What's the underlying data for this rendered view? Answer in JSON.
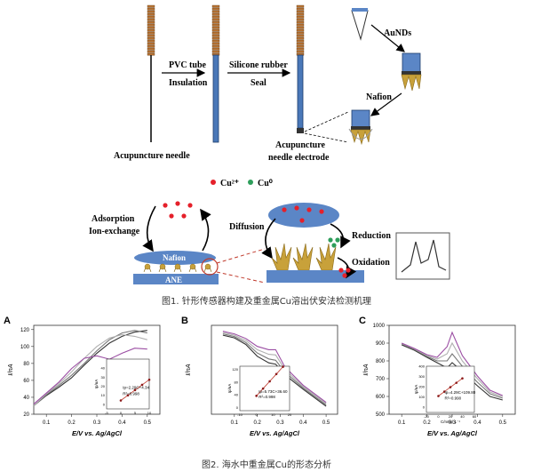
{
  "schematic": {
    "step1_line1": "PVC tube",
    "step1_line2": "Insulation",
    "step2_line1": "Silicone rubber",
    "step2_line2": "Seal",
    "needle_label": "Acupuncture needle",
    "electrode_label_line1": "Acupuncture",
    "electrode_label_line2": "needle electrode",
    "aunds_label": "AuNDs",
    "nafion_label": "Nafion",
    "legend_cu2": "Cu²⁺",
    "legend_cu0": "Cu⁰",
    "adsorption_label": "Adsorption",
    "ion_exchange_label": "Ion-exchange",
    "diffusion_label": "Diffusion",
    "reduction_label": "Reduction",
    "oxidation_label": "Oxidation",
    "nafion_layer_label": "Nafion",
    "ane_label": "ANE",
    "colors": {
      "needle": "#b87333",
      "tube": "#4a78b8",
      "ellipse": "#5b86c6",
      "cu2": "#e5202a",
      "cu0": "#2e9e5b",
      "gold": "#c8a13a"
    }
  },
  "caption1": "图1. 针形传感器构建及重金属Cu溶出伏安法检测机理",
  "caption2": "图2. 海水中重金属Cu的形态分析",
  "chart_data": [
    {
      "panel_letter": "A",
      "type": "line",
      "xlabel": "E/V vs. Ag/AgCl",
      "ylabel": "I/nA",
      "xlim": [
        0.05,
        0.55
      ],
      "ylim": [
        20,
        125
      ],
      "xticks": [
        0.1,
        0.2,
        0.3,
        0.4,
        0.5
      ],
      "yticks": [
        20,
        40,
        60,
        80,
        100,
        120
      ],
      "series": [
        {
          "color": "#333333",
          "x": [
            0.05,
            0.1,
            0.15,
            0.2,
            0.25,
            0.3,
            0.35,
            0.4,
            0.45,
            0.5
          ],
          "y": [
            30,
            42,
            52,
            63,
            78,
            92,
            104,
            112,
            117,
            119
          ]
        },
        {
          "color": "#777777",
          "x": [
            0.05,
            0.1,
            0.15,
            0.2,
            0.25,
            0.3,
            0.35,
            0.4,
            0.45,
            0.5
          ],
          "y": [
            30,
            43,
            54,
            66,
            80,
            95,
            108,
            116,
            119,
            116
          ]
        },
        {
          "color": "#b0b0b0",
          "x": [
            0.05,
            0.1,
            0.15,
            0.2,
            0.25,
            0.3,
            0.35,
            0.4,
            0.45,
            0.5
          ],
          "y": [
            30,
            44,
            56,
            70,
            86,
            100,
            110,
            114,
            112,
            108
          ]
        },
        {
          "color": "#9b4ea3",
          "x": [
            0.05,
            0.1,
            0.15,
            0.2,
            0.25,
            0.3,
            0.35,
            0.4,
            0.45,
            0.5
          ],
          "y": [
            32,
            45,
            58,
            74,
            86,
            89,
            85,
            92,
            98,
            97
          ]
        }
      ],
      "inset": {
        "ylabel": "Ip/nA",
        "xlabel": "",
        "xlim": [
          -5,
          10
        ],
        "ylim": [
          -5,
          50
        ],
        "xticks": [
          -5,
          0,
          5,
          10
        ],
        "yticks": [
          0,
          10,
          20,
          30,
          40
        ],
        "points_x": [
          0,
          2.5,
          5,
          7.5,
          10
        ],
        "points_y": [
          4.3,
          10,
          15.8,
          21.6,
          27.2
        ],
        "equation": "Ip=2.29C+4.34",
        "r2": "R²=0.998"
      }
    },
    {
      "panel_letter": "B",
      "type": "line",
      "xlabel": "E/V vs. Ag/AgCl",
      "ylabel": "I/nA",
      "xlim": [
        0.0,
        0.55
      ],
      "ylim": [
        40,
        175
      ],
      "xticks": [
        0.1,
        0.2,
        0.3,
        0.4,
        0.5
      ],
      "yticks": [],
      "series": [
        {
          "color": "#333333",
          "x": [
            0.05,
            0.1,
            0.15,
            0.2,
            0.25,
            0.28,
            0.32,
            0.4,
            0.5
          ],
          "y": [
            160,
            156,
            146,
            128,
            118,
            116,
            100,
            78,
            52
          ]
        },
        {
          "color": "#777777",
          "x": [
            0.05,
            0.1,
            0.15,
            0.2,
            0.25,
            0.28,
            0.32,
            0.4,
            0.5
          ],
          "y": [
            162,
            158,
            149,
            133,
            124,
            122,
            104,
            80,
            54
          ]
        },
        {
          "color": "#b0b0b0",
          "x": [
            0.05,
            0.1,
            0.15,
            0.2,
            0.25,
            0.28,
            0.32,
            0.4,
            0.5
          ],
          "y": [
            164,
            160,
            152,
            138,
            131,
            130,
            108,
            82,
            56
          ]
        },
        {
          "color": "#9b4ea3",
          "x": [
            0.05,
            0.1,
            0.15,
            0.2,
            0.25,
            0.28,
            0.32,
            0.4,
            0.5
          ],
          "y": [
            166,
            162,
            155,
            143,
            138,
            138,
            112,
            84,
            58
          ]
        }
      ],
      "inset": {
        "ylabel": "Ip/nA",
        "xlabel": "",
        "xlim": [
          -10,
          20
        ],
        "ylim": [
          -10,
          130
        ],
        "xticks": [
          -10,
          0,
          10,
          20
        ],
        "yticks": [
          0,
          40,
          80,
          120
        ],
        "points_x": [
          0,
          4,
          8,
          12,
          16
        ],
        "points_y": [
          36.6,
          59.5,
          82.4,
          105.4,
          128.3
        ],
        "equation": "Ip=5.73C+36.60",
        "r2": "R²=0.998"
      }
    },
    {
      "panel_letter": "C",
      "type": "line",
      "xlabel": "E/V vs. Ag/AgCl",
      "ylabel": "I/nA",
      "xlim": [
        0.05,
        0.55
      ],
      "ylim": [
        500,
        1000
      ],
      "xticks": [
        0.1,
        0.2,
        0.3,
        0.4,
        0.5
      ],
      "yticks": [
        500,
        600,
        700,
        800,
        900,
        1000
      ],
      "series": [
        {
          "color": "#333333",
          "x": [
            0.1,
            0.15,
            0.2,
            0.24,
            0.28,
            0.3,
            0.34,
            0.4,
            0.45,
            0.5
          ],
          "y": [
            890,
            860,
            820,
            790,
            760,
            790,
            740,
            660,
            600,
            580
          ]
        },
        {
          "color": "#777777",
          "x": [
            0.1,
            0.15,
            0.2,
            0.24,
            0.28,
            0.3,
            0.34,
            0.4,
            0.45,
            0.5
          ],
          "y": [
            895,
            865,
            825,
            800,
            800,
            840,
            770,
            680,
            615,
            590
          ]
        },
        {
          "color": "#b0b0b0",
          "x": [
            0.1,
            0.15,
            0.2,
            0.24,
            0.28,
            0.3,
            0.34,
            0.4,
            0.45,
            0.5
          ],
          "y": [
            898,
            868,
            830,
            810,
            840,
            900,
            800,
            700,
            625,
            598
          ]
        },
        {
          "color": "#9b4ea3",
          "x": [
            0.1,
            0.15,
            0.2,
            0.24,
            0.28,
            0.3,
            0.34,
            0.4,
            0.45,
            0.5
          ],
          "y": [
            900,
            870,
            835,
            820,
            880,
            960,
            830,
            715,
            635,
            605
          ]
        }
      ],
      "inset": {
        "ylabel": "Ip/nA",
        "xlabel": "C/nmol L⁻¹",
        "xlim": [
          -20,
          60
        ],
        "ylim": [
          -50,
          400
        ],
        "xticks": [
          -20,
          0,
          20,
          40,
          60
        ],
        "yticks": [
          0,
          100,
          200,
          300,
          400
        ],
        "points_x": [
          0,
          10,
          20,
          30,
          40
        ],
        "points_y": [
          109.8,
          152.8,
          195.8,
          238.8,
          281.8
        ],
        "equation": "Ip=4.29C+109.80",
        "r2": "R²=0.990"
      }
    }
  ]
}
